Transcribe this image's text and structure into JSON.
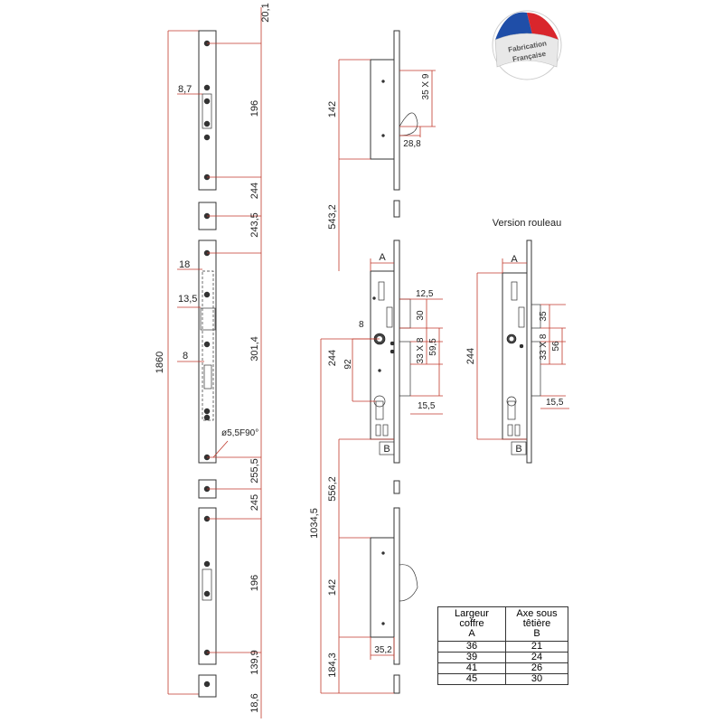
{
  "badge": {
    "line1": "Fabrication",
    "line2": "Française",
    "colors": {
      "blue": "#1f4ea8",
      "white": "#ffffff",
      "red": "#d9262c"
    }
  },
  "left_column": {
    "overall": "1860",
    "dims": [
      "20,1",
      "196",
      "244",
      "243,5",
      "301,4",
      "255,5",
      "245",
      "196",
      "139,9",
      "18,6"
    ],
    "callouts": [
      "8,7",
      "18",
      "13,5",
      "8",
      "ø5,5F90°"
    ]
  },
  "middle_column": {
    "top": [
      "142",
      "543,2",
      "35 X 9",
      "28,8"
    ],
    "main": [
      "A",
      "B",
      "12,5",
      "30",
      "8",
      "33 X 8",
      "59,5",
      "244",
      "92",
      "15,5",
      "1034,5",
      "556,2"
    ],
    "bottom": [
      "142",
      "184,3",
      "35,2"
    ]
  },
  "right_column": {
    "title": "Version rouleau",
    "labels": [
      "A",
      "B",
      "35",
      "244",
      "33 X 8",
      "56",
      "15,5"
    ]
  },
  "spec_table": {
    "headers": [
      [
        "Largeur",
        "coffre",
        "A"
      ],
      [
        "Axe sous",
        "têtière",
        "B"
      ]
    ],
    "rows": [
      [
        "36",
        "21"
      ],
      [
        "39",
        "24"
      ],
      [
        "41",
        "26"
      ],
      [
        "45",
        "30"
      ]
    ]
  }
}
